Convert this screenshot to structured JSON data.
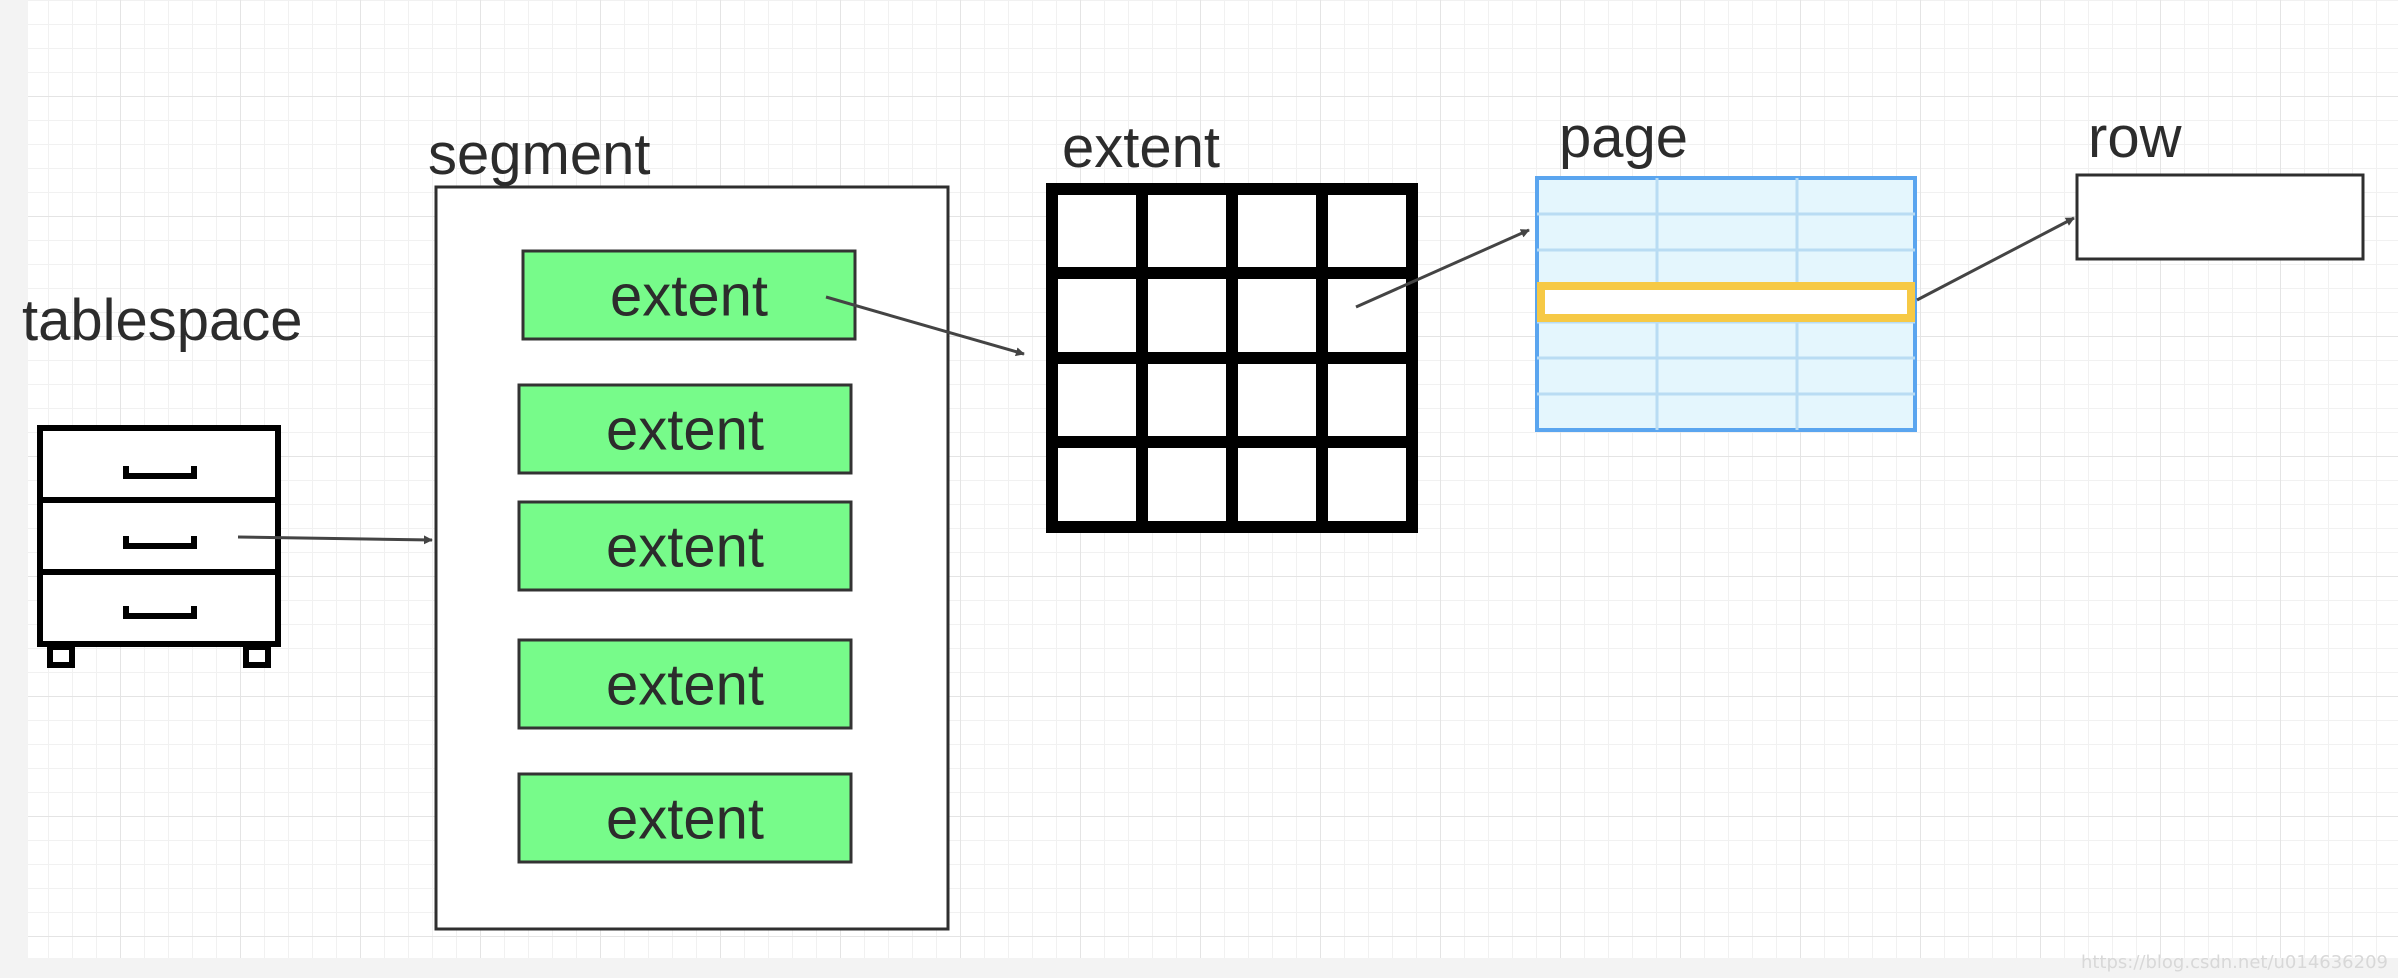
{
  "labels": {
    "tablespace": "tablespace",
    "segment": "segment",
    "extent": "extent",
    "page": "page",
    "row": "row"
  },
  "segment_extents": [
    "extent",
    "extent",
    "extent",
    "extent",
    "extent"
  ],
  "watermark": "https://blog.csdn.net/u014636209",
  "icons": {
    "tablespace": "cabinet-drawers-icon",
    "extent": "grid-icon",
    "page": "table-icon"
  },
  "colors": {
    "extent_fill": "#77fb8a",
    "outline": "#2f2f2f",
    "page_border": "#5aa5ef",
    "page_fill": "#e4f6fd",
    "page_gridline": "#b9dcf3",
    "highlight_row": "#f6c945",
    "arrow": "#444444"
  }
}
